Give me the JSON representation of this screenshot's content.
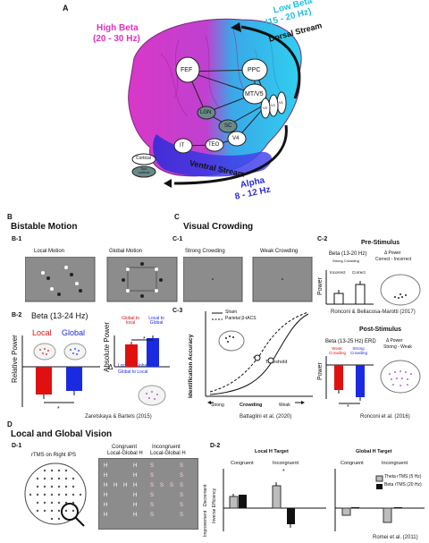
{
  "panel_a": {
    "letter": "A",
    "high_beta": "High Beta",
    "high_beta_range": "(20 - 30 Hz)",
    "low_beta": "Low Beta",
    "low_beta_range": "(15 - 20 Hz)",
    "alpha": "Alpha",
    "alpha_range": "8 - 12 Hz",
    "dorsal_stream": "Dorsal Stream",
    "ventral_stream": "Ventral Stream",
    "regions": [
      "FEF",
      "PPC",
      "MT/V5",
      "LGN",
      "SC",
      "V4",
      "TEO",
      "IT",
      "V1",
      "V2",
      "V3"
    ],
    "legend_cortical": "Cortical",
    "legend_subcortical": "Sub cortical",
    "colors": {
      "high_beta": "#e040c8",
      "low_beta": "#27c8e8",
      "alpha": "#3a3af0"
    }
  },
  "panel_b": {
    "letter": "B",
    "title": "Bistable Motion",
    "b1_label": "B-1",
    "local_motion": "Local Motion",
    "global_motion": "Global Motion",
    "b2_label": "B-2",
    "beta_range": "Beta (13-24 Hz)",
    "local": "Local",
    "global": "Global",
    "relative_power": "Relative Power",
    "absolute_power": "Absolute Power",
    "global_to_local": "Global to local",
    "local_to_global": "Local to Global",
    "legend_local_to_global": "Local to Global",
    "legend_global_to_local": "Global to Local",
    "delta": "Δ",
    "star": "*",
    "citation": "Zaretskaya & Bartels (2015)"
  },
  "panel_c": {
    "letter": "C",
    "title": "Visual Crowding",
    "c1_label": "C-1",
    "strong_crowding": "Strong Crowding",
    "weak_crowding": "Weak Crowding",
    "c2_label": "C-2",
    "pre_stimulus": "Pre-Stimulus",
    "beta_13_20": "Beta (13-20 Hz)",
    "strong_crowding_small": "Strong Crowding",
    "incorrect": "Incorrect",
    "correct": "Correct",
    "power": "Power",
    "delta_power": "Δ Power",
    "correct_minus_incorrect": "Correct - Incorrect",
    "citation_ronconi_2017": "Ronconi & Bellacosa-Marotti (2017)",
    "c3_label": "C-3",
    "sham": "Sham",
    "parietal_tacs": "Parietal β-tACS",
    "identification_accuracy": "Identification Accuracy",
    "threshold": "Threshold",
    "strong": "Strong",
    "crowding": "Crowding",
    "weak": "Weak",
    "citation_battaglini": "Battaglini et al. (2020)",
    "post_stimulus": "Post-Stimulus",
    "beta_erd": "Beta (13-25 Hz) ERD",
    "weak_crowding_small": "Weak Crowding",
    "strong_crowding_small2": "Strong Crowding",
    "strong_minus_weak": "Strong - Weak",
    "citation_ronconi_2016": "Ronconi et al. (2016)"
  },
  "panel_d": {
    "letter": "D",
    "title": "Local and Global Vision",
    "d1_label": "D-1",
    "rtms_label": "rTMS on Right IPS",
    "congruent_header": "Congruent",
    "congruent_sub": "Local-Global H",
    "incongruent_header": "Incongruent",
    "incongruent_sub": "Local-Global H",
    "d2_label": "D-2",
    "local_h_target": "Local H Target",
    "global_h_target": "Global H Target",
    "congruent": "Congruent",
    "incongruent": "Incongruent",
    "decrement": "Decrement",
    "improvement": "Improvement",
    "inverse_efficiency": "Inverse Efficiency",
    "legend_theta": "Theta rTMS (5 Hz)",
    "legend_beta": "Beta rTMS (20 Hz)",
    "citation": "Romei et al. (2011)",
    "letters_h": "H",
    "letters_s": "S"
  }
}
